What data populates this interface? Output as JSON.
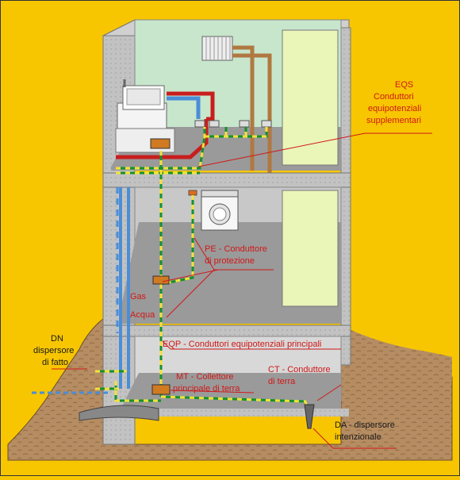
{
  "labels": {
    "eqs_code": "EQS",
    "eqs_line1": "Conduttori",
    "eqs_line2": "equipotenziali",
    "eqs_line3": "supplementari",
    "pe_line1": "PE - Conduttore",
    "pe_line2": "di protezione",
    "gas": "Gas",
    "acqua": "Acqua",
    "eqp": "EQP - Conduttori equipotenziali principali",
    "mt_line1": "MT - Collettore",
    "mt_line2": "principale di terra",
    "ct_line1": "CT - Conduttore",
    "ct_line2": "di terra",
    "dn_line1": "DN",
    "dn_line2": "dispersore",
    "dn_line3": "di fatto",
    "da_line1": "DA - dispersore",
    "da_line2": "intenzionale"
  },
  "colors": {
    "background": "#f7c600",
    "wall": "#bdbdbd",
    "room_upper": "#c7e6cc",
    "floor": "#9a9a9a",
    "earth": "#b68d62",
    "ground_conductor_green": "#159030",
    "ground_conductor_yellow": "#f2e23a",
    "hot_pipe": "#c81e1e",
    "cold_pipe": "#4a8ed8",
    "gas_pipe": "#b07840",
    "label_red": "#d01818"
  }
}
